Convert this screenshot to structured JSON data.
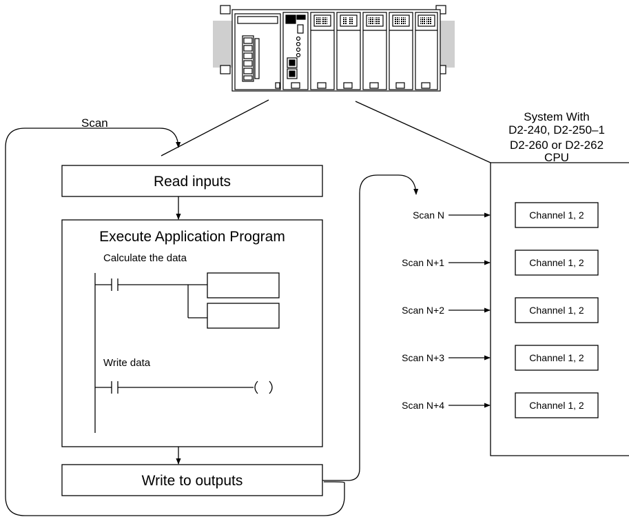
{
  "scan_label": "Scan",
  "steps": {
    "read_inputs": "Read inputs",
    "execute_program": "Execute Application Program",
    "write_outputs": "Write to outputs"
  },
  "ladder": {
    "calculate_label": "Calculate the data",
    "write_label": "Write data"
  },
  "system_caption": {
    "line1": "System With",
    "line2": "D2-240, D2-250–1",
    "line3": "D2-260 or D2-262",
    "line4": "CPU"
  },
  "scans": [
    {
      "label": "Scan N",
      "channel": "Channel 1, 2"
    },
    {
      "label": "Scan N+1",
      "channel": "Channel 1, 2"
    },
    {
      "label": "Scan N+2",
      "channel": "Channel 1, 2"
    },
    {
      "label": "Scan N+3",
      "channel": "Channel 1, 2"
    },
    {
      "label": "Scan N+4",
      "channel": "Channel 1, 2"
    }
  ],
  "plc_image": {
    "icon": "plc-rack-illustration"
  }
}
